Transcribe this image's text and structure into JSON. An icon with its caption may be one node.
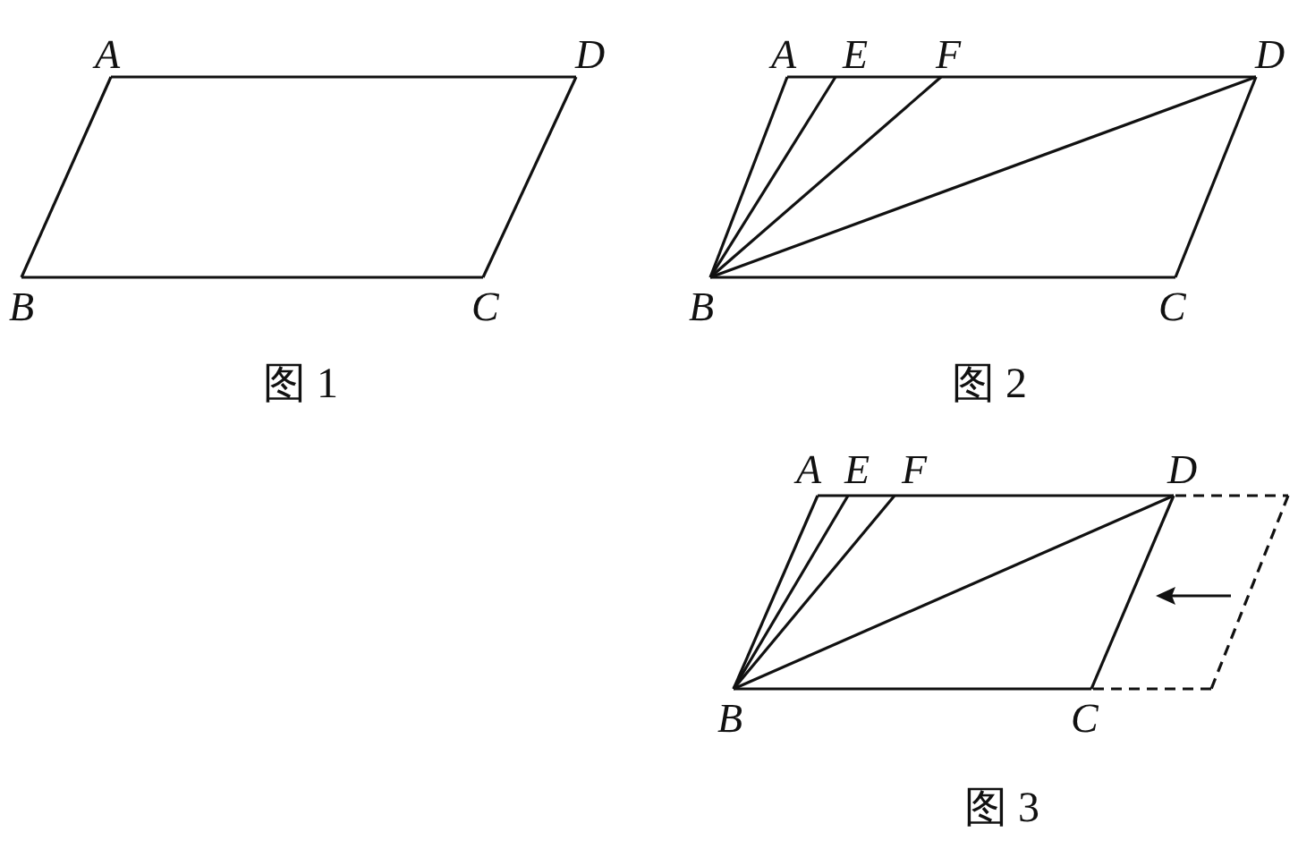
{
  "diagram": {
    "nodes": [
      {
        "text": [
          "A"
        ]
      },
      {
        "text": [
          "B"
        ]
      },
      {
        "text": [
          "C"
        ]
      },
      {
        "text": [
          "D"
        ]
      },
      {
        "text": [
          "A"
        ]
      },
      {
        "text": [
          "E"
        ]
      },
      {
        "text": [
          "F"
        ]
      },
      {
        "text": [
          "D"
        ]
      },
      {
        "text": [
          "B"
        ]
      },
      {
        "text": [
          "C"
        ]
      },
      {
        "text": [
          "A"
        ]
      },
      {
        "text": [
          "E"
        ]
      },
      {
        "text": [
          "F"
        ]
      },
      {
        "text": [
          "D"
        ]
      },
      {
        "text": [
          "B"
        ]
      },
      {
        "text": [
          "C"
        ]
      }
    ],
    "edges": [
      {
        "from": 0,
        "to": 3,
        "arrow": "none"
      },
      {
        "from": 0,
        "to": 1,
        "arrow": "none"
      },
      {
        "from": 1,
        "to": 2,
        "arrow": "none"
      },
      {
        "from": 2,
        "to": 3,
        "arrow": "none"
      },
      {
        "from": 4,
        "to": 7,
        "arrow": "none"
      },
      {
        "from": 4,
        "to": 8,
        "arrow": "none"
      },
      {
        "from": 8,
        "to": 9,
        "arrow": "none"
      },
      {
        "from": 9,
        "to": 7,
        "arrow": "none"
      },
      {
        "from": 8,
        "to": 5,
        "arrow": "none"
      },
      {
        "from": 8,
        "to": 6,
        "arrow": "none"
      },
      {
        "from": 8,
        "to": 7,
        "arrow": "none"
      },
      {
        "from": 10,
        "to": 13,
        "arrow": "none"
      },
      {
        "from": 10,
        "to": 14,
        "arrow": "none"
      },
      {
        "from": 14,
        "to": 15,
        "arrow": "none"
      },
      {
        "from": 15,
        "to": 13,
        "arrow": "none"
      },
      {
        "from": 14,
        "to": 11,
        "arrow": "none"
      },
      {
        "from": 14,
        "to": 12,
        "arrow": "none"
      },
      {
        "from": 14,
        "to": 13,
        "arrow": "none"
      }
    ],
    "labels": [
      "图 1",
      "图 2",
      "图 3"
    ]
  }
}
